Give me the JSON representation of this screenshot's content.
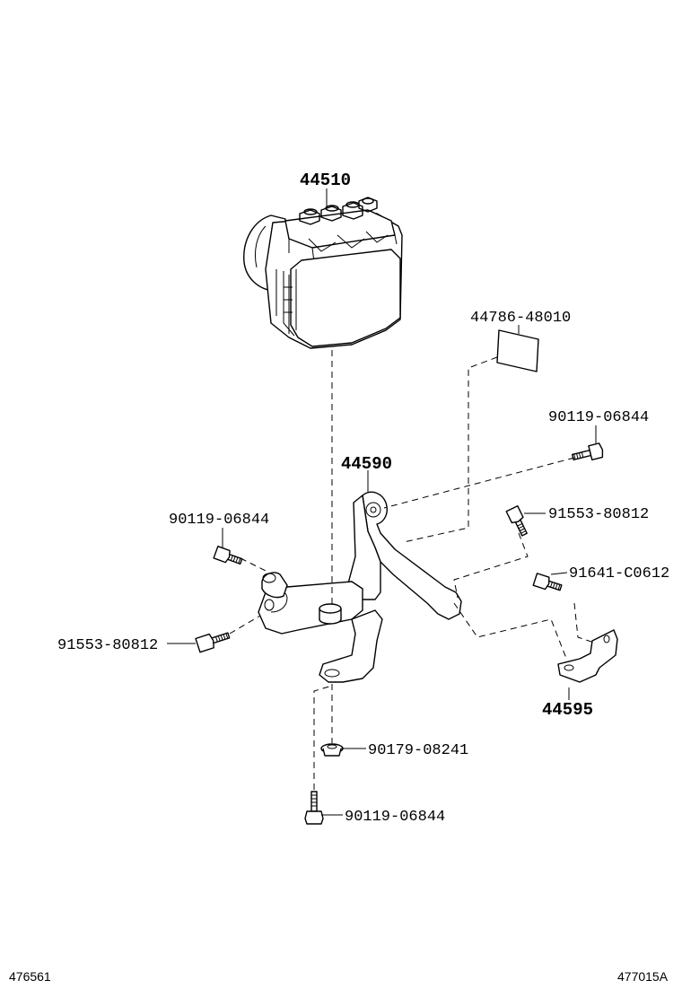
{
  "labels": {
    "actuator": "44510",
    "bracket": "44590",
    "sub_bracket": "44595",
    "label_plate": "44786-48010",
    "bolt_top_right": "90119-06844",
    "bolt_right": "91553-80812",
    "bolt_far_right": "91641-C0612",
    "bolt_left_upper": "90119-06844",
    "bolt_left_lower": "91553-80812",
    "grommet": "90179-08241",
    "bolt_bottom": "90119-06844"
  },
  "footer": {
    "left_code": "476561",
    "right_code": "477015A"
  }
}
